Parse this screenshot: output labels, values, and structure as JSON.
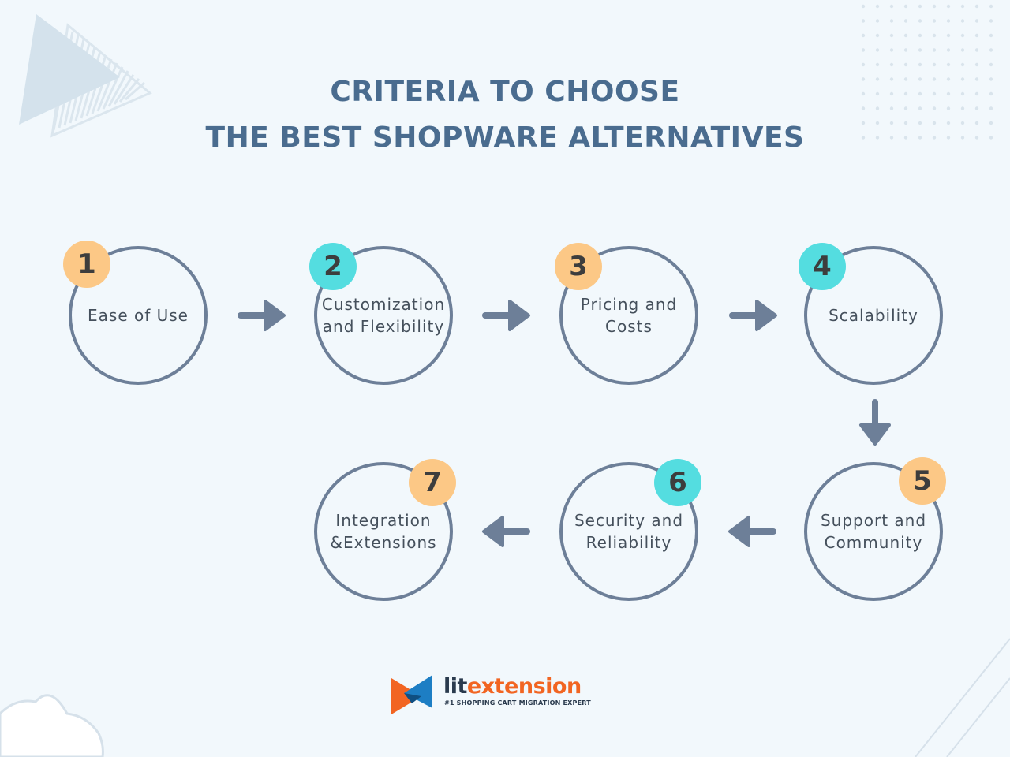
{
  "title": {
    "line1": "CRITERIA TO CHOOSE",
    "line2": "THE BEST SHOPWARE ALTERNATIVES"
  },
  "colors": {
    "title": "#4a6c8f",
    "circle_border": "#6d7f98",
    "arrow": "#6d7f98",
    "badge_orange": "#fcc886",
    "badge_cyan": "#54dde0",
    "logo_orange": "#f26522",
    "logo_blue": "#1d7ec4"
  },
  "steps": [
    {
      "number": "1",
      "label_line1": "Ease of Use",
      "label_line2": "",
      "badge_color": "orange"
    },
    {
      "number": "2",
      "label_line1": "Customization",
      "label_line2": "and Flexibility",
      "badge_color": "cyan"
    },
    {
      "number": "3",
      "label_line1": "Pricing and",
      "label_line2": "Costs",
      "badge_color": "orange"
    },
    {
      "number": "4",
      "label_line1": "Scalability",
      "label_line2": "",
      "badge_color": "cyan"
    },
    {
      "number": "5",
      "label_line1": "Support and",
      "label_line2": "Community",
      "badge_color": "orange"
    },
    {
      "number": "6",
      "label_line1": "Security and",
      "label_line2": "Reliability",
      "badge_color": "cyan"
    },
    {
      "number": "7",
      "label_line1": "Integration",
      "label_line2": "&Extensions",
      "badge_color": "orange"
    }
  ],
  "logo": {
    "name_part1": "lit",
    "name_part2": "extension",
    "tagline": "#1 SHOPPING CART MIGRATION EXPERT"
  }
}
